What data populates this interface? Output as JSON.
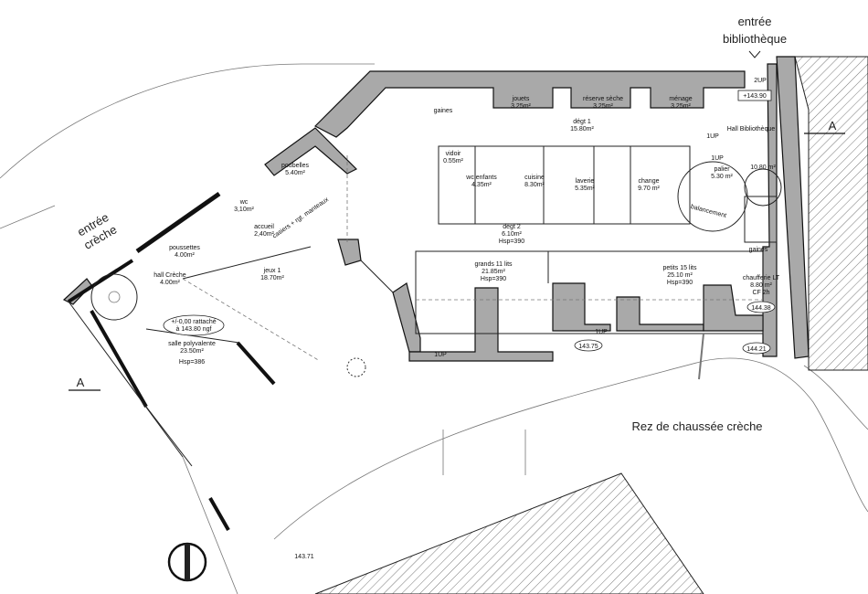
{
  "plan": {
    "title": "Rez de chaussée crèche",
    "entrances": {
      "creche": [
        "entrée",
        "crèche"
      ],
      "bibliotheque": [
        "entrée",
        "bibliothèque"
      ]
    },
    "section_marker": "A",
    "rooms": [
      {
        "name": "jouets",
        "area": "3.25m²"
      },
      {
        "name": "réserve sèche",
        "area": "3.25m²"
      },
      {
        "name": "ménage",
        "area": "3.25m²"
      },
      {
        "name": "gaines",
        "area": ""
      },
      {
        "name": "dégt 1",
        "area": "15.80m²"
      },
      {
        "name": "vidoir",
        "area": "0.55m²"
      },
      {
        "name": "wc enfants",
        "area": "4.35m²"
      },
      {
        "name": "cuisine",
        "area": "8.30m²"
      },
      {
        "name": "laverie",
        "area": "5.35m²"
      },
      {
        "name": "change",
        "area": "9.70 m²"
      },
      {
        "name": "Hall Bibliothèque",
        "area": "10.80 m²"
      },
      {
        "name": "palier",
        "area": "5.30 m²"
      },
      {
        "name": "dégt 2",
        "area": "6.10m²",
        "hsp": "Hsp=390"
      },
      {
        "name": "grands 11 lits",
        "area": "21.85m²",
        "hsp": "Hsp=390"
      },
      {
        "name": "petits 15 lits",
        "area": "25.10 m²",
        "hsp": "Hsp=390"
      },
      {
        "name": "chaufferie LT",
        "area": "8.80 m²",
        "extra": "CF 2h"
      },
      {
        "name": "poubelles",
        "area": "5.40m²"
      },
      {
        "name": "wc",
        "area": "3,10m²"
      },
      {
        "name": "accueil",
        "area": "2,40m²"
      },
      {
        "name": "poussettes",
        "area": "4.00m²"
      },
      {
        "name": "hall Crèche",
        "area": "4.00m²"
      },
      {
        "name": "jeux 1",
        "area": "18.70m²"
      },
      {
        "name": "salle polyvalente",
        "area": "23.50m²",
        "hsp": "Hsp=386"
      }
    ],
    "labels": {
      "casiers": "casiers + rgt. manteaux",
      "gaines2": "gaines",
      "balancement": "balancement",
      "up": "1UP",
      "up2": "2UP"
    },
    "levels": [
      "+143.90",
      "144.38",
      "144.21",
      "143.75",
      "143.71"
    ],
    "datum": [
      "+/-0,00 rattaché",
      "à 143.80 ngf"
    ]
  }
}
